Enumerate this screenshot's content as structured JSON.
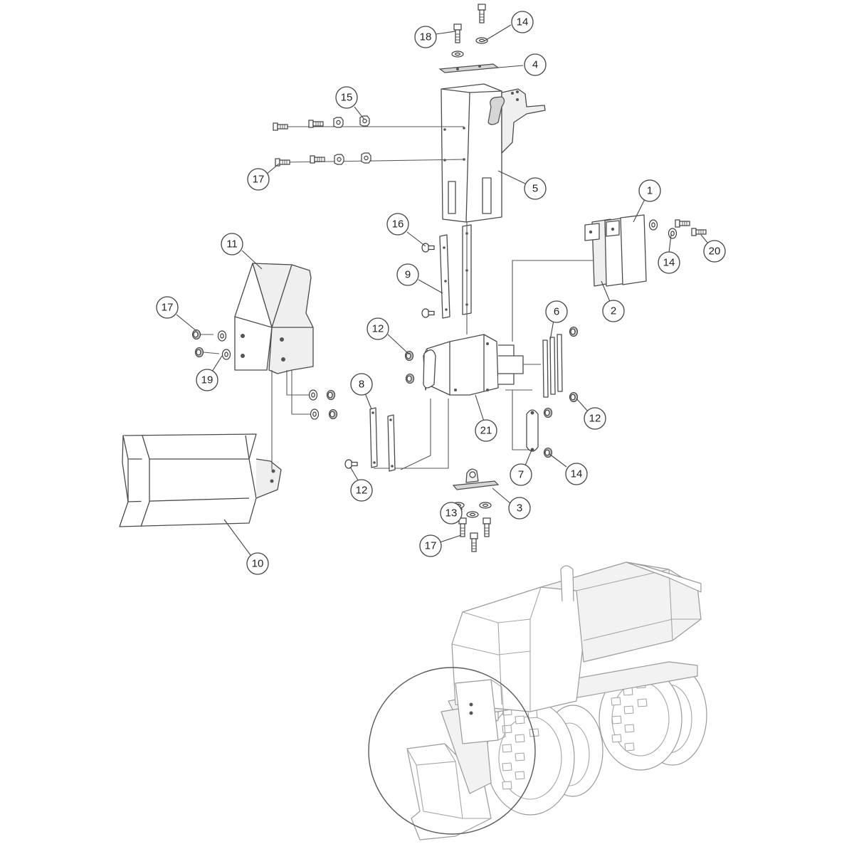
{
  "callouts": [
    {
      "id": "c1",
      "label": "1"
    },
    {
      "id": "c2",
      "label": "2"
    },
    {
      "id": "c3",
      "label": "3"
    },
    {
      "id": "c4",
      "label": "4"
    },
    {
      "id": "c5",
      "label": "5"
    },
    {
      "id": "c6",
      "label": "6"
    },
    {
      "id": "c7",
      "label": "7"
    },
    {
      "id": "c8",
      "label": "8"
    },
    {
      "id": "c9",
      "label": "9"
    },
    {
      "id": "c10",
      "label": "10"
    },
    {
      "id": "c11",
      "label": "11"
    },
    {
      "id": "c12a",
      "label": "12"
    },
    {
      "id": "c12b",
      "label": "12"
    },
    {
      "id": "c12c",
      "label": "12"
    },
    {
      "id": "c13",
      "label": "13"
    },
    {
      "id": "c14a",
      "label": "14"
    },
    {
      "id": "c14b",
      "label": "14"
    },
    {
      "id": "c14c",
      "label": "14"
    },
    {
      "id": "c15",
      "label": "15"
    },
    {
      "id": "c16",
      "label": "16"
    },
    {
      "id": "c17a",
      "label": "17"
    },
    {
      "id": "c17b",
      "label": "17"
    },
    {
      "id": "c17c",
      "label": "17"
    },
    {
      "id": "c18",
      "label": "18"
    },
    {
      "id": "c19",
      "label": "19"
    },
    {
      "id": "c20",
      "label": "20"
    },
    {
      "id": "c21",
      "label": "21"
    }
  ]
}
